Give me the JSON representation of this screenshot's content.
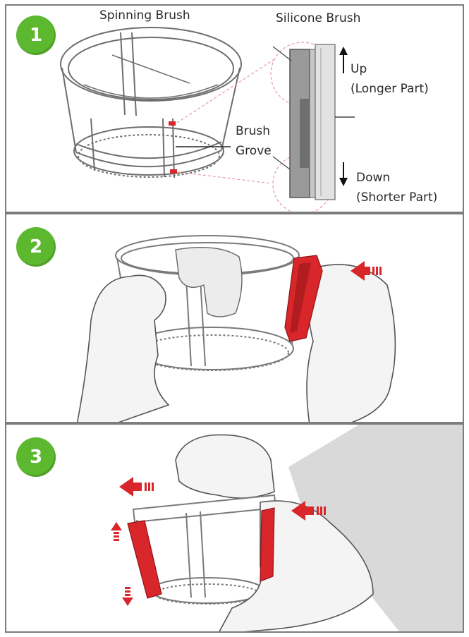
{
  "panels": [
    {
      "step": "1",
      "labels": {
        "spinning_brush": "Spinning Brush",
        "silicone_brush": "Silicone Brush",
        "brush_grove_line1": "Brush",
        "brush_grove_line2": "Grove",
        "up": "Up",
        "longer_part": "(Longer Part)",
        "down": "Down",
        "shorter_part": "(Shorter Part)"
      }
    },
    {
      "step": "2"
    },
    {
      "step": "3"
    }
  ],
  "colors": {
    "badge_green": "#5cb82e",
    "accent_red": "#d9262b",
    "outline_gray": "#7c7c7c",
    "part_gray": "#9a9a9a",
    "dashed_pink": "#e8a0a6"
  }
}
